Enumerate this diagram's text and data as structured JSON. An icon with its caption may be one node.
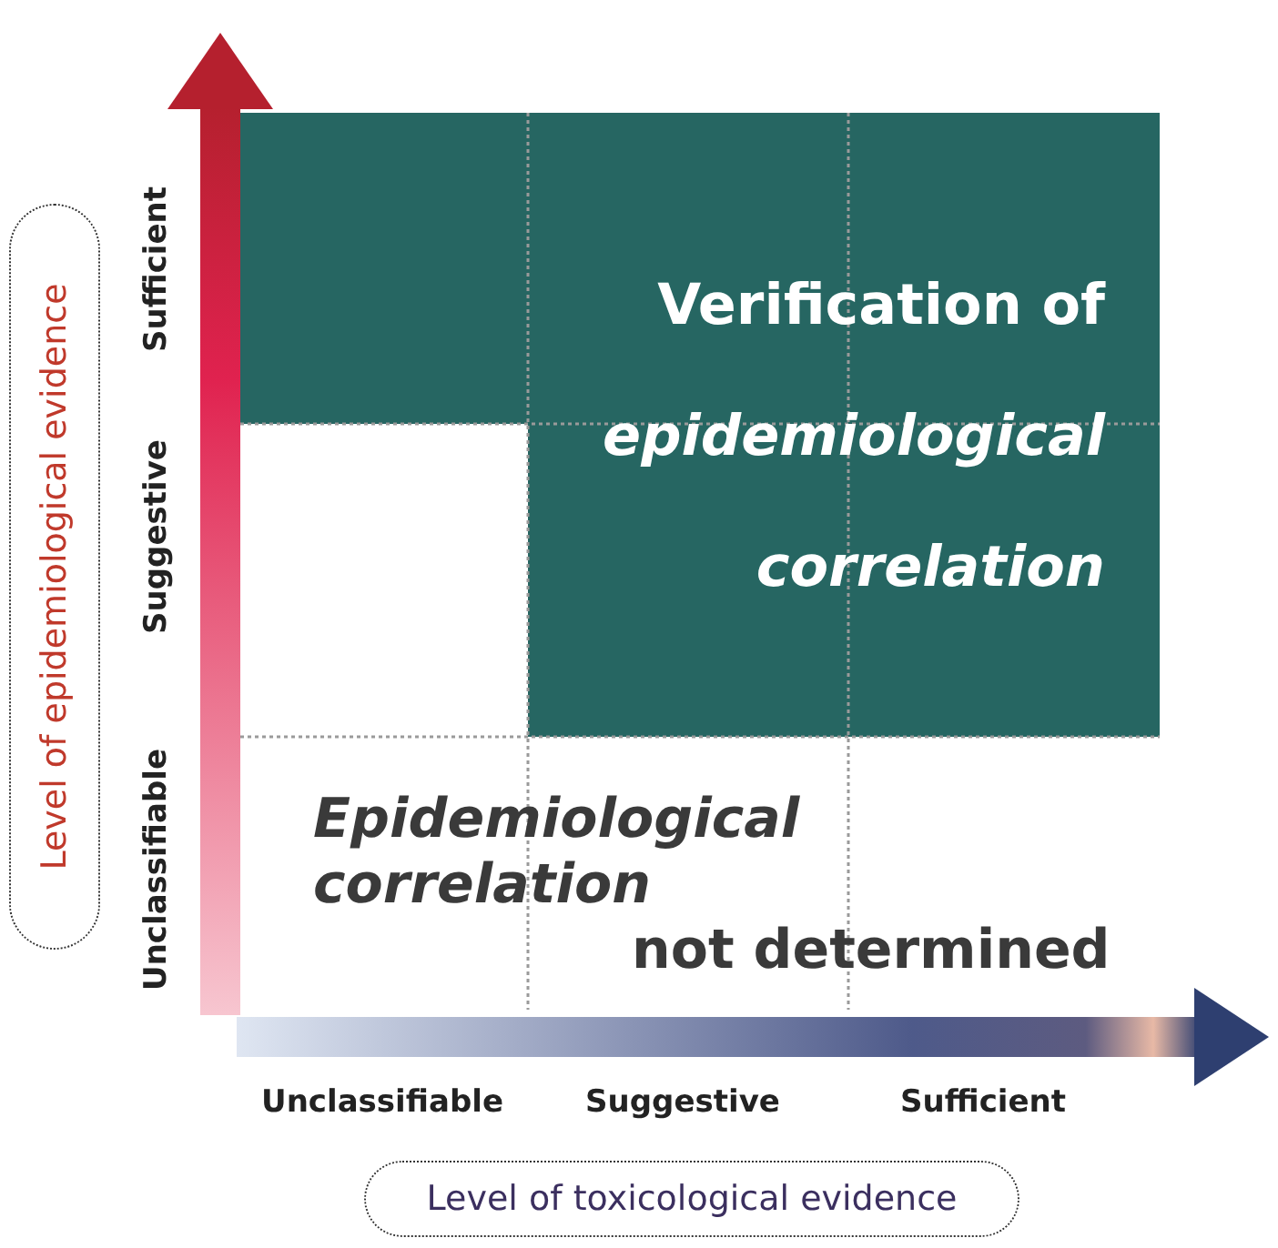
{
  "diagram": {
    "nodes": [
      {
        "text": [
          "Verification of *epidemiological correlation*"
        ]
      },
      {
        "text": [
          "Epidemiological correlation",
          "not determined"
        ]
      },
      {
        "text": [
          "Level of epidemiological evidence"
        ]
      },
      {
        "text": [
          "Level of toxicological evidence"
        ]
      }
    ],
    "edges": [],
    "labels": [
      "Sufficient",
      "Suggestive",
      "Unclassifiable",
      "Unclassifiable",
      "Suggestive",
      "Sufficient"
    ]
  }
}
